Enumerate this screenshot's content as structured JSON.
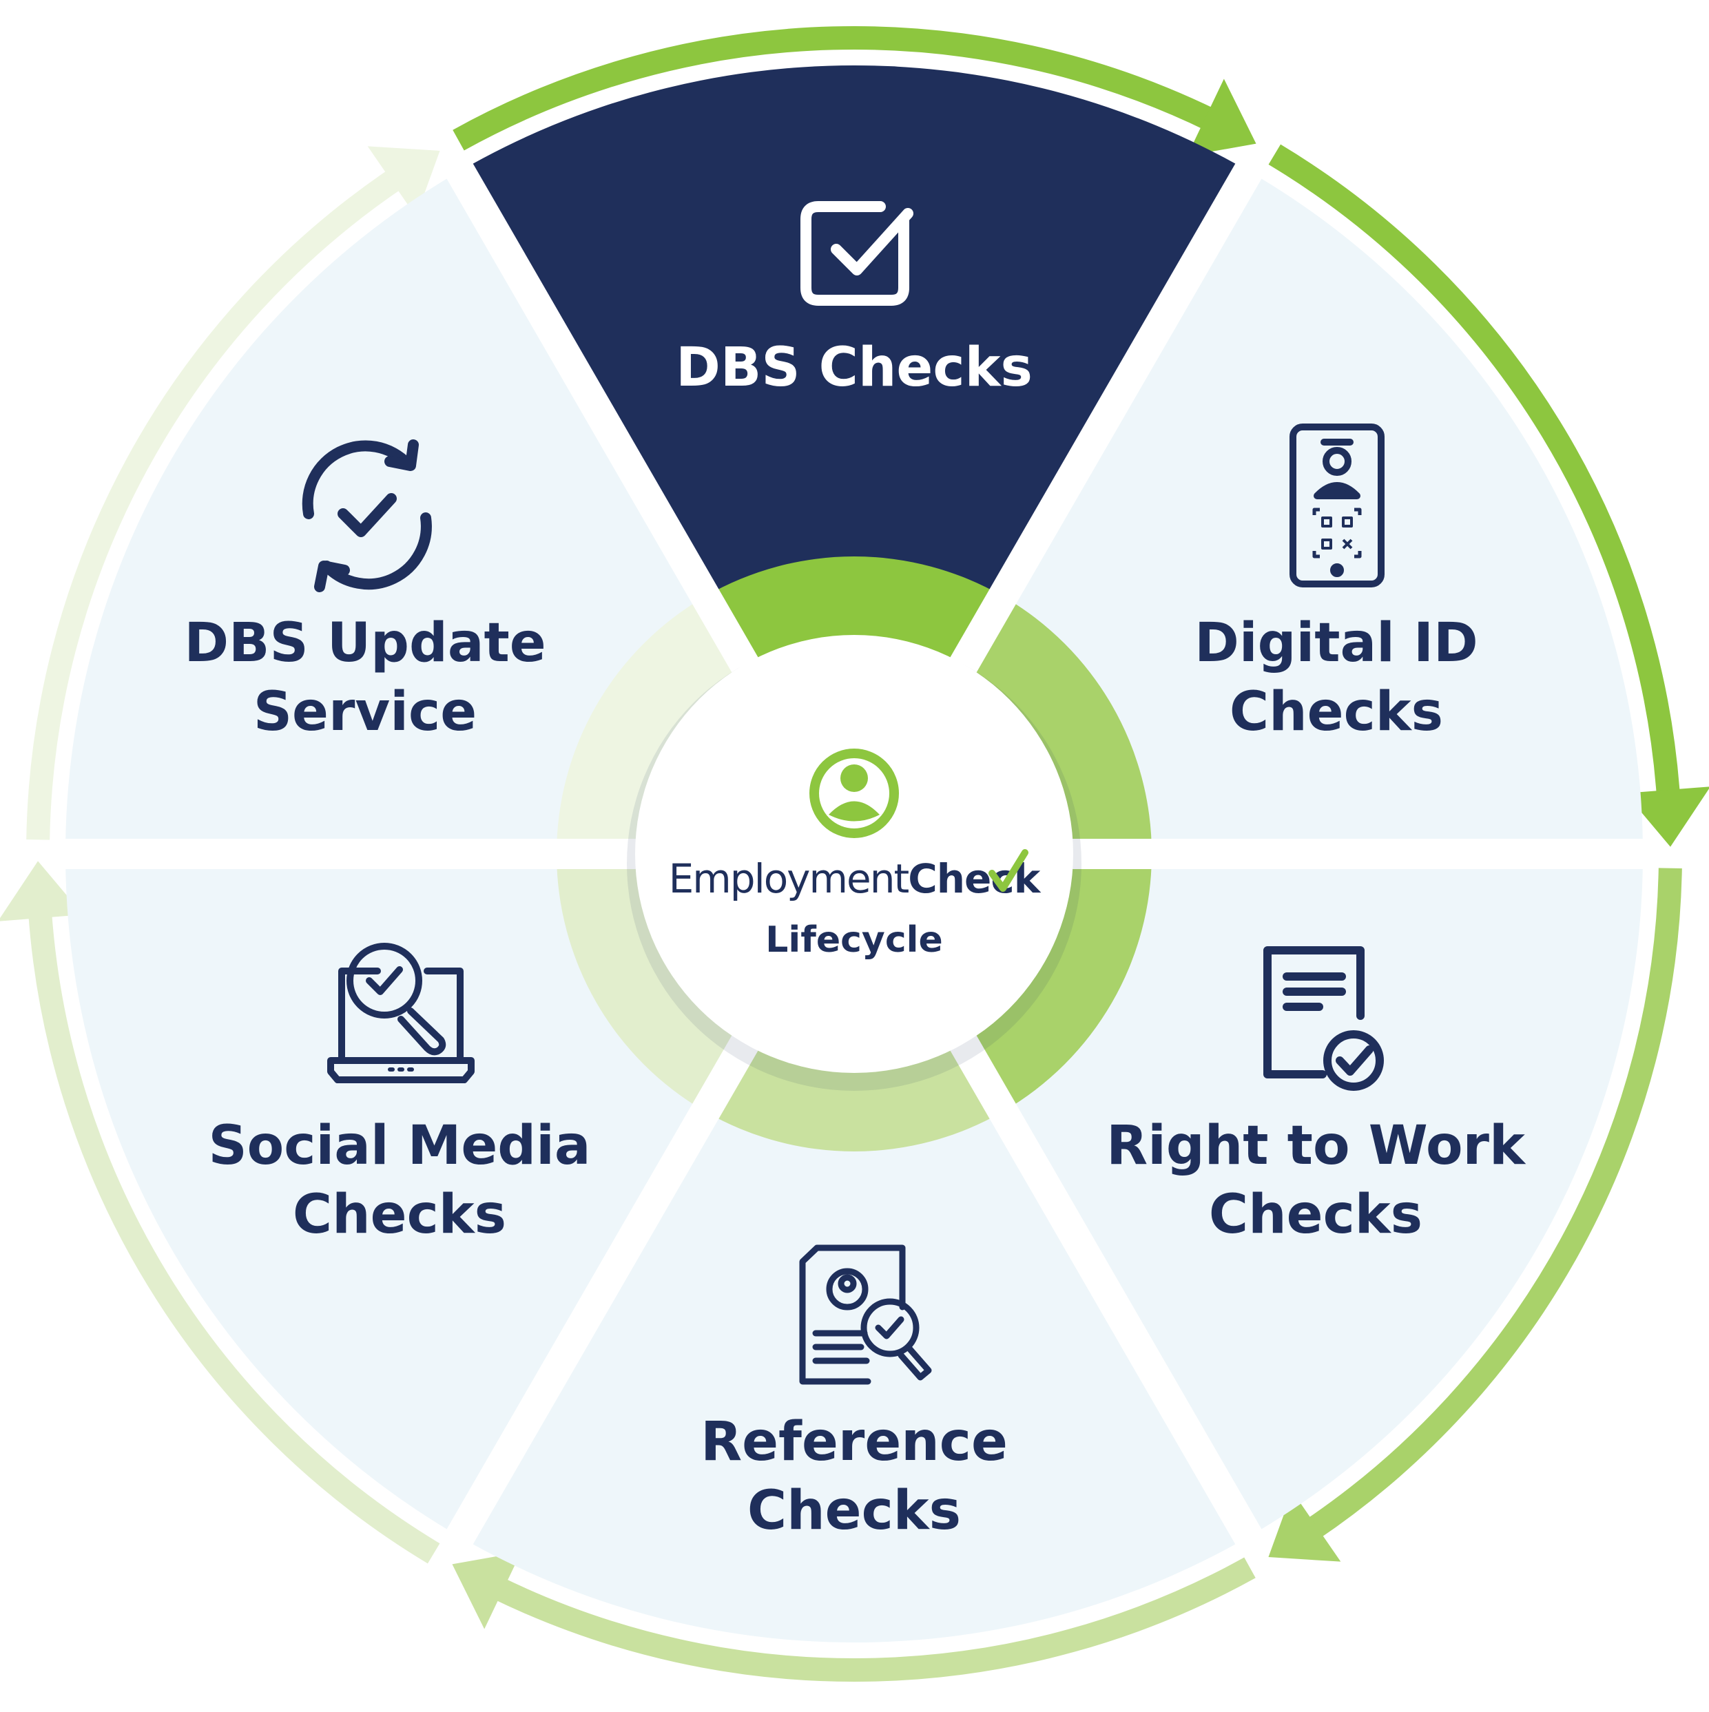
{
  "colors": {
    "navy": "#1f2f5b",
    "green_bright": "#8dc63f",
    "green_mid": "#a9d26a",
    "green_light": "#c9e19f",
    "green_pale": "#e2eecd",
    "green_faint": "#eef5e2",
    "segment_fill": "#eef6fa",
    "white": "#ffffff"
  },
  "center": {
    "brand_light": "Employment",
    "brand_bold": "Check",
    "subtitle": "Lifecycle",
    "icon": "user-circle-icon"
  },
  "segments": [
    {
      "id": "dbs",
      "lines": [
        "DBS Checks"
      ],
      "icon": "checkbox-icon",
      "active": true
    },
    {
      "id": "digital-id",
      "lines": [
        "Digital ID",
        "Checks"
      ],
      "icon": "phone-id-qr-icon",
      "active": false
    },
    {
      "id": "right-to-work",
      "lines": [
        "Right to Work",
        "Checks"
      ],
      "icon": "document-check-icon",
      "active": false
    },
    {
      "id": "reference",
      "lines": [
        "Reference",
        "Checks"
      ],
      "icon": "document-search-icon",
      "active": false
    },
    {
      "id": "social-media",
      "lines": [
        "Social Media",
        "Checks"
      ],
      "icon": "laptop-search-icon",
      "active": false
    },
    {
      "id": "dbs-update",
      "lines": [
        "DBS Update",
        "Service"
      ],
      "icon": "sync-check-icon",
      "active": false
    }
  ]
}
